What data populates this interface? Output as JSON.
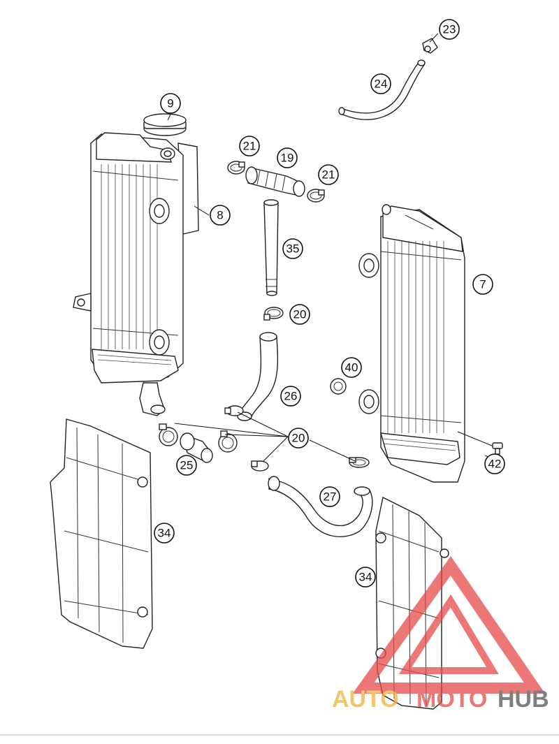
{
  "callouts": {
    "c9": "9",
    "c8": "8",
    "c21a": "21",
    "c19": "19",
    "c21b": "21",
    "c23": "23",
    "c24": "24",
    "c35": "35",
    "c20a": "20",
    "c7": "7",
    "c40": "40",
    "c26": "26",
    "c20b": "20",
    "c25": "25",
    "c42": "42",
    "c27": "27",
    "c34a": "34",
    "c34b": "34"
  },
  "watermark": {
    "part1": "AUTO",
    "part2": "MOTO",
    "part3": "HUB",
    "color_orange": "#f0b13c",
    "color_red": "#e64a4a",
    "color_grey": "#555555"
  }
}
